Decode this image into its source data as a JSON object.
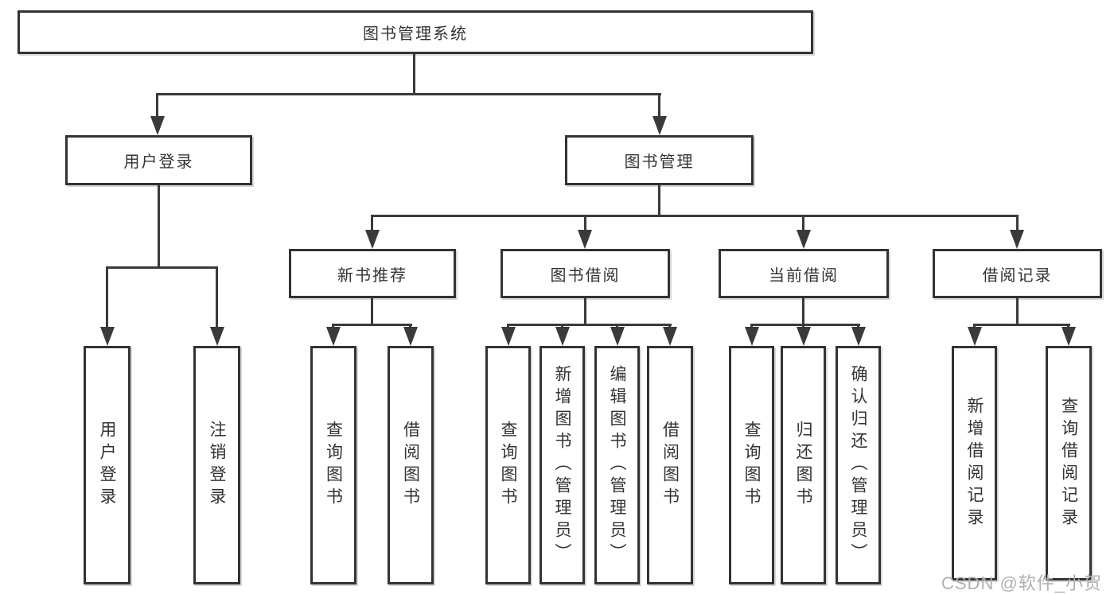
{
  "colors": {
    "background": "#ffffff",
    "box_border": "#333333",
    "box_fill": "#ffffff",
    "line": "#3a3a3a",
    "text": "#333333",
    "watermark": "#b0b0b3"
  },
  "watermark": "CSDN @软件_小贺同学",
  "tree": {
    "label": "图书管理系统",
    "children": [
      {
        "label": "用户登录",
        "children": [
          {
            "label": "用户登录"
          },
          {
            "label": "注销登录"
          }
        ]
      },
      {
        "label": "图书管理",
        "children": [
          {
            "label": "新书推荐",
            "children": [
              {
                "label": "查询图书"
              },
              {
                "label": "借阅图书"
              }
            ]
          },
          {
            "label": "图书借阅",
            "children": [
              {
                "label": "查询图书"
              },
              {
                "label": "新增图书（管理员）"
              },
              {
                "label": "编辑图书（管理员）"
              },
              {
                "label": "借阅图书"
              }
            ]
          },
          {
            "label": "当前借阅",
            "children": [
              {
                "label": "查询图书"
              },
              {
                "label": "归还图书"
              },
              {
                "label": "确认归还（管理员）"
              }
            ]
          },
          {
            "label": "借阅记录",
            "children": [
              {
                "label": "新增借阅记录"
              },
              {
                "label": "查询借阅记录"
              }
            ]
          }
        ]
      }
    ]
  }
}
